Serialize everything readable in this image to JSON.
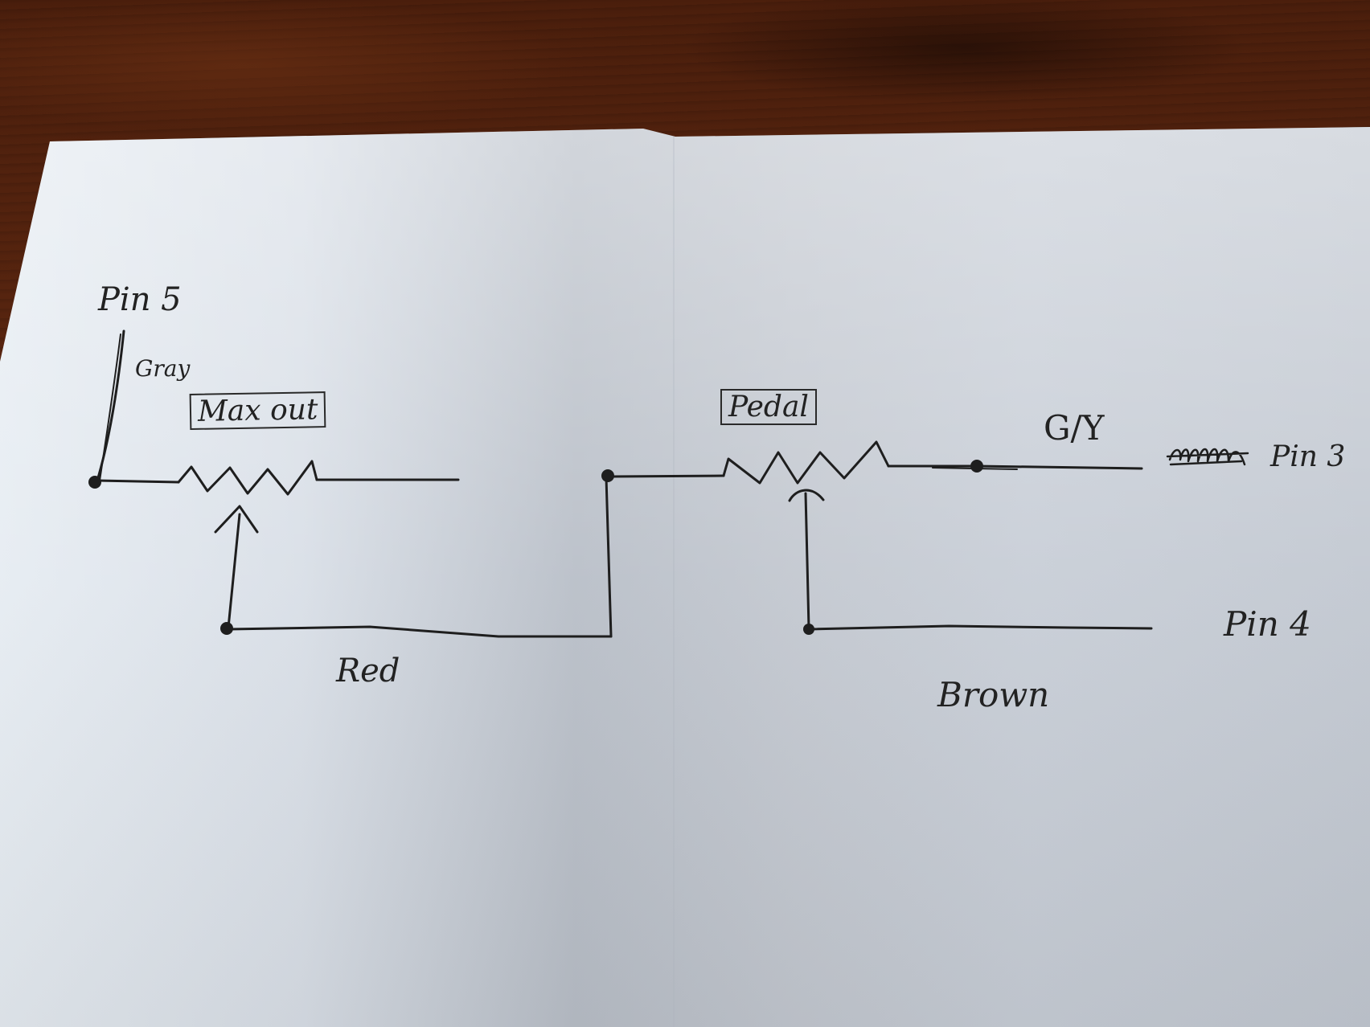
{
  "diagram": {
    "type": "hand-drawn potentiometer wiring schematic",
    "components": [
      {
        "id": "max_out",
        "label": "Max out",
        "kind": "potentiometer"
      },
      {
        "id": "pedal",
        "label": "Pedal",
        "kind": "potentiometer"
      }
    ],
    "labels": {
      "pin5": "Pin 5",
      "gray": "Gray",
      "max_out": "Max out",
      "pedal": "Pedal",
      "gy": "G/Y",
      "pin3": "Pin 3",
      "pin4": "Pin 4",
      "red": "Red",
      "brown": "Brown"
    },
    "connections": [
      {
        "from": "Pin 5",
        "wire": "Gray",
        "to": "Max out end terminal"
      },
      {
        "from": "Max out wiper",
        "wire": "Red",
        "to": "Pedal end terminal"
      },
      {
        "from": "Pedal other end",
        "wire": "G/Y",
        "to": "Pin 3"
      },
      {
        "from": "Pedal wiper",
        "wire": "Brown",
        "to": "Pin 4"
      }
    ],
    "colors": {
      "ink": "#1e1e1e",
      "paper": "#dde3ea",
      "table": "#4a1e0c"
    }
  }
}
